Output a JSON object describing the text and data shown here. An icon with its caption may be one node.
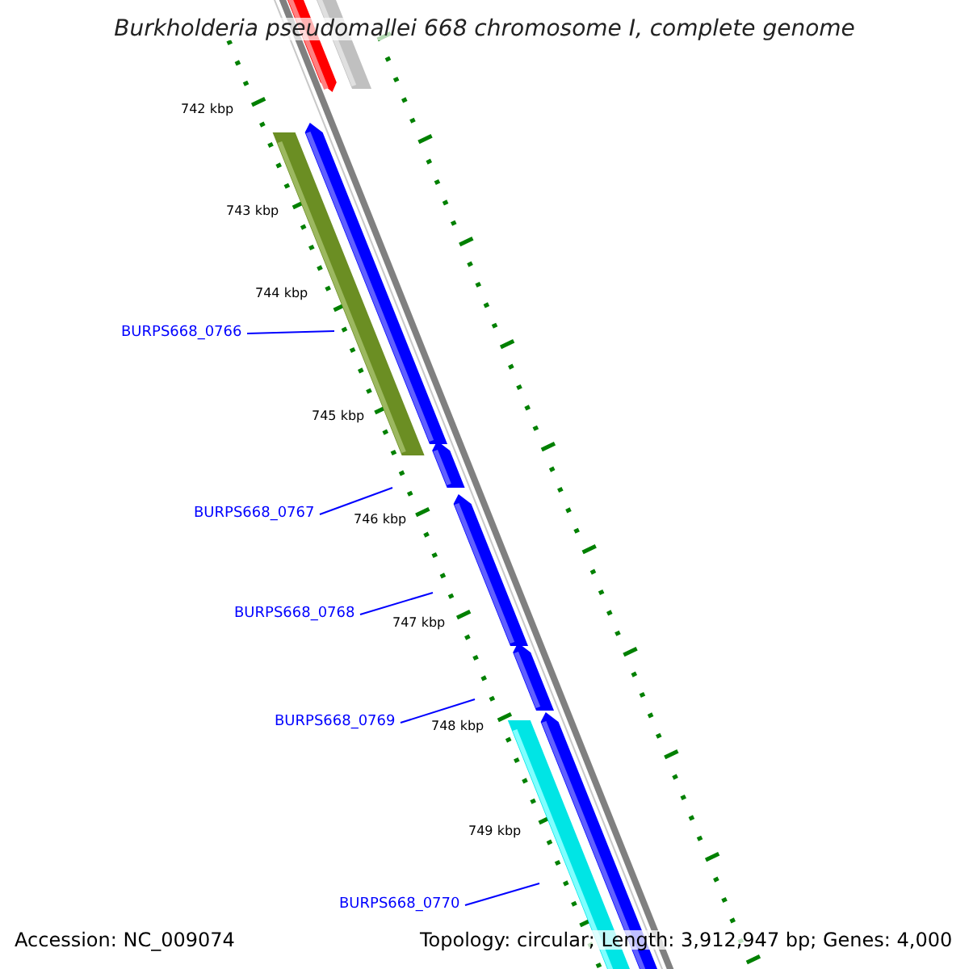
{
  "diagram": {
    "title": "Burkholderia pseudomallei 668 chromosome I, complete genome",
    "nodes": [
      {
        "text": [
          "BURPS668_0766"
        ]
      },
      {
        "text": [
          "BURPS668_0767"
        ]
      },
      {
        "text": [
          "BURPS668_0768"
        ]
      },
      {
        "text": [
          "BURPS668_0769"
        ]
      },
      {
        "text": [
          "BURPS668_0770"
        ]
      }
    ],
    "edges": [
      {
        "from": 0,
        "to": null,
        "arrow": "none"
      },
      {
        "from": 1,
        "to": null,
        "arrow": "none"
      },
      {
        "from": 2,
        "to": null,
        "arrow": "none"
      },
      {
        "from": 3,
        "to": null,
        "arrow": "none"
      },
      {
        "from": 4,
        "to": null,
        "arrow": "none"
      }
    ],
    "labels": [
      "742 kbp",
      "743 kbp",
      "744 kbp",
      "745 kbp",
      "746 kbp",
      "747 kbp",
      "748 kbp",
      "749 kbp",
      "Accession: NC_009074",
      "Topology: circular; Length: 3,912,947 bp; Genes: 4,000"
    ]
  }
}
